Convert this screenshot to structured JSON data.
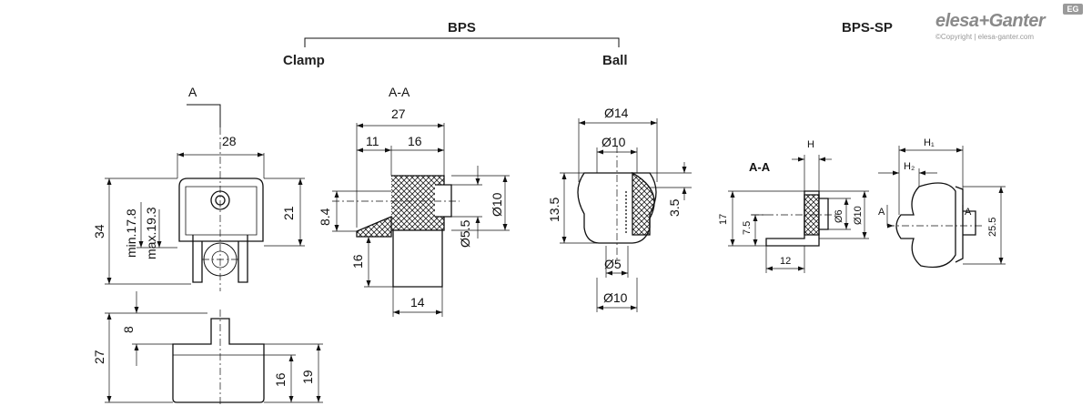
{
  "header": {
    "group_label": "BPS",
    "clamp_label": "Clamp",
    "ball_label": "Ball",
    "variant_label": "BPS-SP"
  },
  "brand": {
    "logo_text": "elesa+Ganter",
    "copyright": "©Copyright | elesa-ganter.com",
    "badge": "EG"
  },
  "clamp_view": {
    "view_arrow": "A",
    "width_top": "28",
    "height_total": "34",
    "min": "min.17.8",
    "max": "max.19.3",
    "right_height": "21"
  },
  "clamp_side": {
    "height": "27",
    "top": "8",
    "bottom_a": "16",
    "bottom_b": "19"
  },
  "section_aa": {
    "title": "A-A",
    "width": "27",
    "left_part": "11",
    "right_part": "16",
    "height_left": "8.4",
    "bore": "Ø10",
    "pin": "Ø5.5",
    "stem": "16",
    "base": "14"
  },
  "ball": {
    "outer": "Ø14",
    "inner": "Ø10",
    "height": "13.5",
    "recess": "3.5",
    "hole": "Ø5",
    "base": "Ø10"
  },
  "bps_sp_section": {
    "title": "A-A",
    "h": "H",
    "height": "17",
    "mid": "7.5",
    "d6": "Ø6",
    "d10": "Ø10",
    "length": "12"
  },
  "bps_sp_view": {
    "h1": "H₁",
    "h2": "H₂",
    "arrow_left": "A",
    "arrow_right": "A",
    "height": "25.5"
  }
}
